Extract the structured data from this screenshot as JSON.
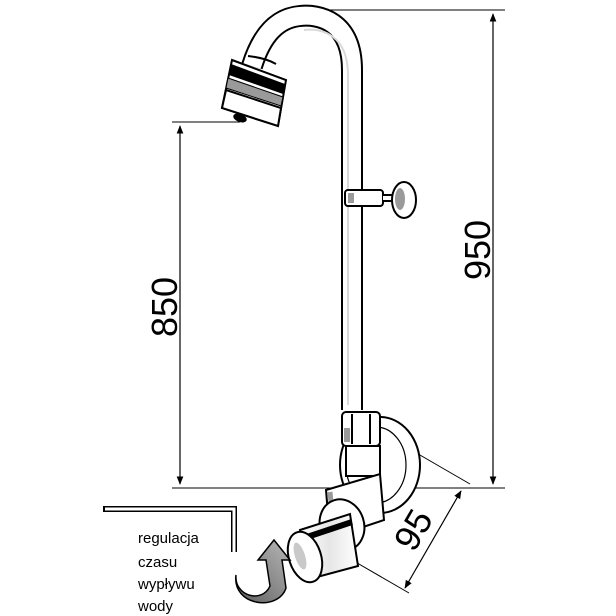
{
  "dimensions": {
    "total_height": "950",
    "outlet_height": "850",
    "projection": "95"
  },
  "note": {
    "lines": [
      "regulacja",
      "czasu",
      "wypływu",
      "wody"
    ]
  },
  "icons": {
    "shower_head": "shower-head-icon",
    "adjust_arrow": "curved-arrow-icon",
    "hex_key": "hex-key-icon"
  },
  "colors": {
    "line": "#000000",
    "shade": "#9a9a9a",
    "arrow": "#7a7a7a"
  }
}
